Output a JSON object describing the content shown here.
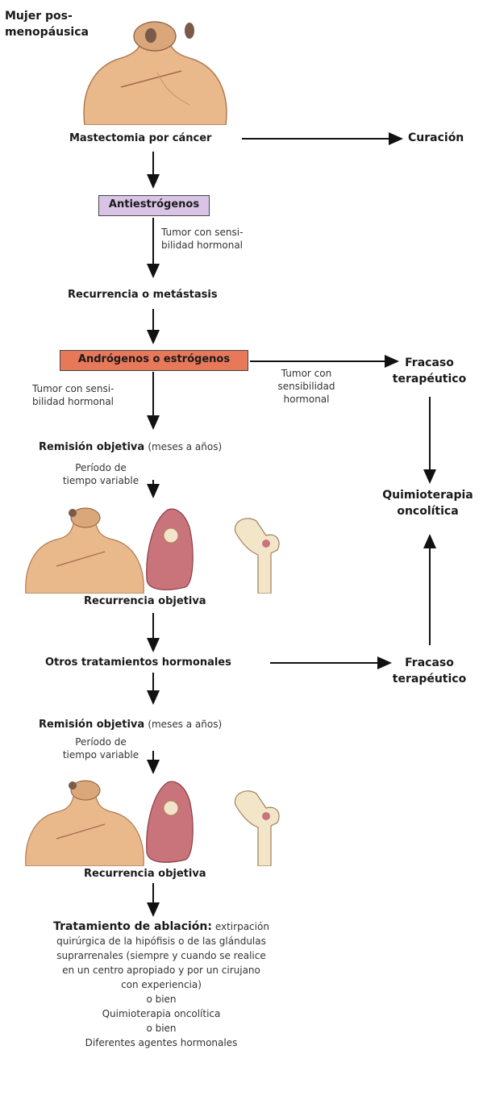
{
  "start": {
    "line1": "Mujer pos-",
    "line2": "menopáusica"
  },
  "mastectomy": "Mastectomia por cáncer",
  "cure": "Curación",
  "antiestrogens": "Antiestrógenos",
  "hormone_sensitive_1": {
    "line1": "Tumor con sensi-",
    "line2": "bilidad hormonal"
  },
  "recurrence_metastasis": "Recurrencia o metástasis",
  "androgens": "Andrógenos o estrógenos",
  "hormone_sensitive_2": {
    "line1": "Tumor con sensi-",
    "line2": "bilidad hormonal"
  },
  "hormone_sensitive_3": {
    "line1": "Tumor con",
    "line2": "sensibilidad",
    "line3": "hormonal"
  },
  "failure_1": {
    "line1": "Fracaso",
    "line2": "terapéutico"
  },
  "remission_1": {
    "bold": "Remisión objetiva",
    "rest": "(meses a años)"
  },
  "time_var_1": {
    "line1": "Período de",
    "line2": "tiempo variable"
  },
  "chemo": {
    "line1": "Quimioterapia",
    "line2": "oncolítica"
  },
  "recurrence_obj_1": "Recurrencia objetiva",
  "other_hormonal": "Otros tratamientos hormonales",
  "failure_2": {
    "line1": "Fracaso",
    "line2": "terapéutico"
  },
  "remission_2": {
    "bold": "Remisión objetiva",
    "rest": "(meses a años)"
  },
  "time_var_2": {
    "line1": "Período de",
    "line2": "tiempo variable"
  },
  "recurrence_obj_2": "Recurrencia objetiva",
  "ablation": {
    "bold": "Tratamiento de ablación:",
    "l1": "extirpación",
    "l2": "quirúrgica de la hipófisis o de las glándulas",
    "l3": "suprarrenales (siempre y cuando se realice",
    "l4": "en un centro apropiado y por un cirujano",
    "l5": "con experiencia)",
    "l6": "o bien",
    "l7": "Quimioterapia oncolítica",
    "l8": "o bien",
    "l9": "Diferentes agentes hormonales"
  },
  "colors": {
    "antiestrogen_box": "#d9c4e6",
    "androgen_box": "#e8785a",
    "skin": "#e9b98c",
    "lung": "#c9747a"
  }
}
